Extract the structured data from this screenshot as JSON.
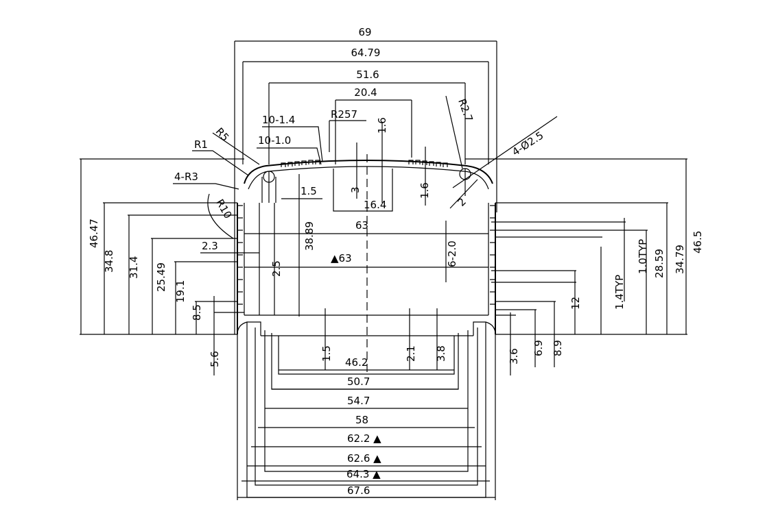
{
  "drawing": {
    "top_dims": [
      "69",
      "64.79",
      "51.6",
      "20.4"
    ],
    "callouts": {
      "ten_one_four": "10-1.4",
      "ten_one_zero": "10-1.0",
      "r257": "R257",
      "r5": "R5",
      "r1": "R1",
      "four_r3": "4-R3",
      "r2_7": "R2.7",
      "four_phi": "4-Ø2.5",
      "r10": "R10",
      "two": "2",
      "one_six_a": "1.6",
      "one_six_b": "1.6",
      "three": "3",
      "one_five_top": "1.5",
      "sixteen_four": "16.4",
      "sixty_three": "63",
      "tri_sixty_three": "▲63",
      "six_two": "6-2.0",
      "thirty_eight": "38.89",
      "two_three": "2.3",
      "two_five": "2.5",
      "one_five_bottom": "1.5",
      "two_one": "2.1",
      "three_eight": "3.8",
      "forty_six_two": "46.2"
    },
    "left_dims": [
      "46.47",
      "34.8",
      "31.4",
      "25.49",
      "19.1",
      "8.5",
      "5.6"
    ],
    "right_dims": [
      "46.5",
      "34.79",
      "28.59",
      "1.0TYP",
      "1.4TYP",
      "12",
      "8.9",
      "6.9",
      "3.6"
    ],
    "bottom_dims": [
      "50.7",
      "54.7",
      "58",
      "62.2 ▲",
      "62.6 ▲",
      "64.3 ▲",
      "67.6"
    ]
  }
}
